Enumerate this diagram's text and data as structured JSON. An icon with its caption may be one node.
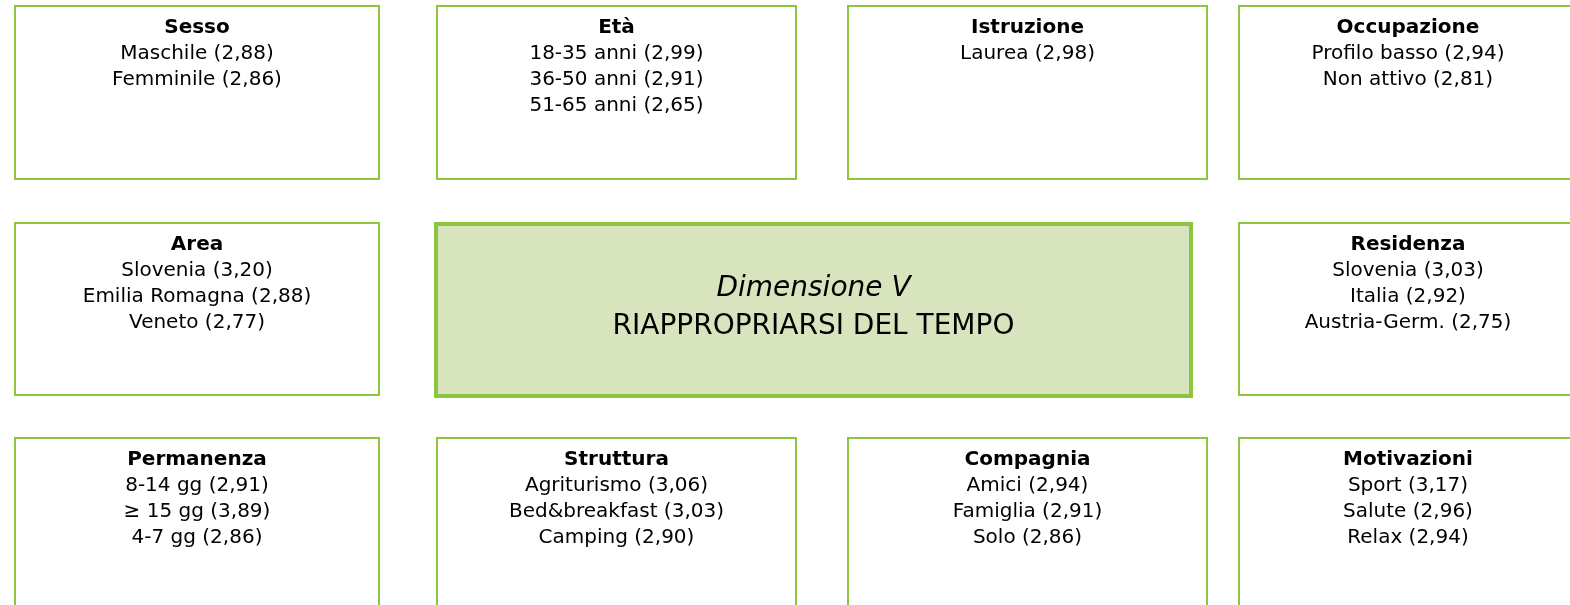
{
  "diagram": {
    "nodes": [
      {
        "text": [
          "Sesso",
          "Maschile (2,88)",
          "Femminile (2,86)"
        ]
      },
      {
        "text": [
          "Età",
          "18-35 anni (2,99)",
          "36-50 anni (2,91)",
          "51-65 anni (2,65)"
        ]
      },
      {
        "text": [
          "Istruzione",
          "Laurea (2,98)"
        ]
      },
      {
        "text": [
          "Occupazione",
          "Profilo basso (2,94)",
          "Non attivo (2,81)"
        ]
      },
      {
        "text": [
          "Area",
          "Slovenia (3,20)",
          "Emilia Romagna (2,88)",
          "Veneto (2,77)"
        ]
      },
      {
        "text": [
          "Dimensione V",
          "RIAPPROPRIARSI DEL TEMPO"
        ]
      },
      {
        "text": [
          "Residenza",
          "Slovenia (3,03)",
          "Italia (2,92)",
          "Austria-Germ. (2,75)"
        ]
      },
      {
        "text": [
          "Permanenza",
          "8-14 gg (2,91)",
          "≥ 15 gg (3,89)",
          "4-7 gg (2,86)"
        ]
      },
      {
        "text": [
          "Struttura",
          "Agriturismo (3,06)",
          "Bed&breakfast (3,03)",
          "Camping (2,90)"
        ]
      },
      {
        "text": [
          "Compagnia",
          "Amici (2,94)",
          "Famiglia (2,91)",
          "Solo (2,86)"
        ]
      },
      {
        "text": [
          "Motivazioni",
          "Sport (3,17)",
          "Salute (2,96)",
          "Relax (2,94)"
        ]
      }
    ]
  }
}
